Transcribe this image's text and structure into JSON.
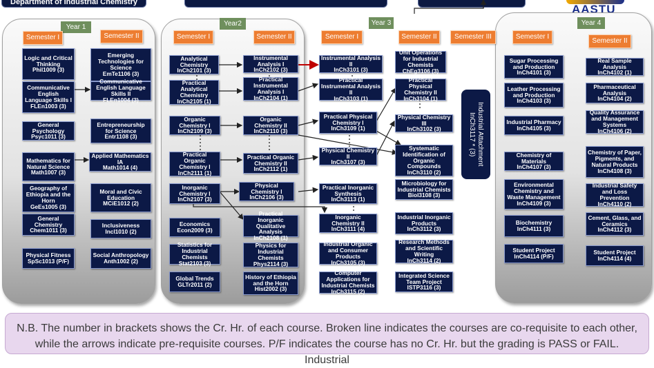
{
  "header": {
    "department": "Department of Industrial Chemistry",
    "logo_text": "AASTU"
  },
  "years": {
    "y1": "Year 1",
    "y2": "Year2",
    "y3": "Year 3",
    "y4": "Year 4"
  },
  "semesters": {
    "s1": "Semester I",
    "s2": "Semester II",
    "s3": "Semester III"
  },
  "courses": {
    "y1s1": [
      "Logic and Critical Thinking\nPhil1009 (3)",
      "Communicative English Language Skills I\nFLEn1003 (3)",
      "General Psychology\nPsyc1011 (3)",
      "Mathematics for Natural Science\nMath1007 (3)",
      "Geography of Ethiopia and the Horn\nGeEs1005 (3)",
      "General Chemistry\nChem1011 (3)",
      "Physical Fitness\nSpSc1013 (P/F)"
    ],
    "y1s2": [
      "Emerging Technologies for Science\nEmTe1106 (3)",
      "Communicative English Language Skills II\nFLEn1004 (3)",
      "Entrepreneurship for Science\nEntr1108 (3)",
      "Applied Mathematics IA\nMath1014 (4)",
      "Moral and Civic Education\nMCiE1012 (2)",
      "Inclusiveness\nIncl1010 (2)",
      "Social Anthropology\nAnth1002 (2)"
    ],
    "y2s1": [
      "Analytical Chemistry\nInCh2101 (3)",
      "Practical Analytical Chemistry\nInCh2105 (1)",
      "Organic Chemistry I\nInCh2109 (3)",
      "Practical Organic Chemistry I InCh2111 (1)",
      "Inorganic Chemistry I\nInCh2107 (3)",
      "Economics\nEcon2009 (3)",
      "Statistics for Industrial Chemists Stat2103 (3)",
      "Global Trends\nGLTr2011 (2)"
    ],
    "y2s2": [
      "Instrumental Analysis I\nInCh2102 (3)",
      "Practical Instrumental Analysis I\nInCh2104 (1)",
      "Organic Chemistry II\nInCh2110 (3)",
      "Practical Organic Chemistry II\nInCh2112 (1)",
      "Physical Chemistry I\nInCh2106 (3)",
      "Practical Inorganic Qualitative Analysis\nInCh2108 (1)",
      "Physics for Industrial Chemists\nPhys2114 (3)",
      "History of Ethiopia and the Horn\nHist2002 (3)"
    ],
    "y3s1": [
      "Instrumental Analysis II\nInCh3101 (3)",
      "Practical Instrumental Analysis II\nInCh3103 (1)",
      "Practical Physical Chemistry I\nInCh3109 (1)",
      "Physical Chemistry II\nInCh3107 (3)",
      "Practical Inorganic Synthesis\nInCh3113 (1)",
      "Inorganic Chemistry II\nInCh3111 (4)",
      "Industrial Organic and Consumer Products\nInCh3105 (3)",
      "Computer Applications for Industrial Chemists\nInCh3115 (2)"
    ],
    "y3s2": [
      "Unit Operations for Industrial Chemists\nChEg3106 (3)",
      "Practical Physical Chemistry II\nInCh3104 (1)",
      "Physical Chemistry III\nInCh3102 (3)",
      "Systematic Identification of Organic Compounds\nInCh3110 (2)",
      "Microbiology for Industrial Chemists\nBiol3108 (3)",
      "Industrial Inorganic Products\nInCh3112 (3)",
      "Research Methods and Scientific Writing\nInCh3114 (2)",
      "Integrated Science Team Project\nISTP3116 (3)"
    ],
    "y3s3": "Industrial Attachment\nInCh3117 * (3)",
    "y4s1": [
      "Sugar Processing and Production\nInCh4101 (3)",
      "Leather Processing and Production\nInCh4103 (3)",
      "Industrial Pharmacy\nInCh4105 (3)",
      "Chemistry of Materials\nInCh4107 (3)",
      "Environmental Chemistry and Waste Management\nInCh4109 (3)",
      "Biochemistry\nInCh4111 (3)",
      "Student Project\nInCh4114 (P/F)"
    ],
    "y4s2": [
      "Real Sample Analysis\nInCh4102 (1)",
      "Pharmaceutical Analysis\nInCh4104 (2)",
      "Quality Assurance and Management Systems\nInCh4106 (2)",
      "Chemistry of Paper, Pigments, and Natural Products\nInCh4108 (3)",
      "Industrial Safety and Loss Prevention\nInCh4110 (2)",
      "Cement, Glass, and Ceramics\nInCh4112 (3)",
      "Student Project\nInCh4114 (4)"
    ]
  },
  "note": "N.B. The number in brackets shows the Cr. Hr. of each course. Broken line indicates the courses are co-requisite to each other, while the arrows indicate pre-requisite courses. P/F indicates the course has no Cr. Hr. but the grading is PASS or FAIL. Industrial"
}
